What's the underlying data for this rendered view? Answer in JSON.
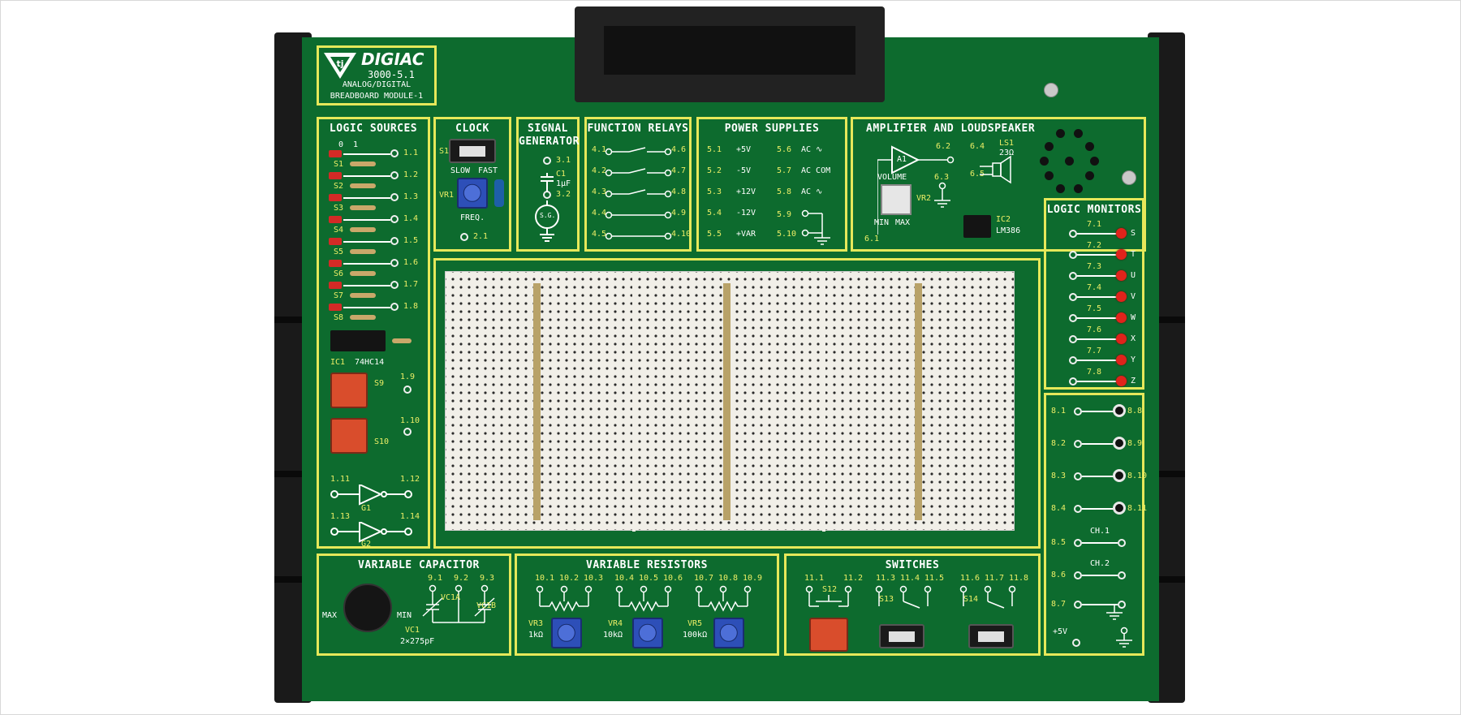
{
  "module": {
    "brand": "DIGIAC",
    "model": "3000-5.1",
    "name_line1": "ANALOG/DIGITAL",
    "name_line2": "BREADBOARD MODULE-1"
  },
  "logic_sources": {
    "title": "LOGIC SOURCES",
    "level_labels": [
      "0",
      "1"
    ],
    "outputs": [
      "1.1",
      "1.2",
      "1.3",
      "1.4",
      "1.5",
      "1.6",
      "1.7",
      "1.8"
    ],
    "switches": [
      "S1",
      "S2",
      "S3",
      "S4",
      "S5",
      "S6",
      "S7",
      "S8"
    ],
    "ic_label": "IC1",
    "ic_part": "74HC14",
    "button_outputs": [
      "1.9",
      "1.10"
    ],
    "buttons": [
      "S9",
      "S10"
    ],
    "gate_pins_left": [
      "1.11",
      "1.13"
    ],
    "gate_pins_right": [
      "1.12",
      "1.14"
    ],
    "gates": [
      "G1",
      "G2"
    ]
  },
  "clock": {
    "title": "CLOCK",
    "switch": "S11",
    "slow": "SLOW",
    "fast": "FAST",
    "pot": "VR1",
    "freq": "FREQ.",
    "output": "2.1"
  },
  "signal_generator": {
    "title_line1": "SIGNAL",
    "title_line2": "GENERATOR",
    "pins": [
      "3.1",
      "3.2"
    ],
    "cap": "C1",
    "cap_value": "1μF",
    "source": "S.G."
  },
  "function_relays": {
    "title": "FUNCTION RELAYS",
    "left": [
      "4.1",
      "4.2",
      "4.3",
      "4.4",
      "4.5"
    ],
    "right": [
      "4.6",
      "4.7",
      "4.8",
      "4.9",
      "4.10"
    ]
  },
  "power_supplies": {
    "title": "POWER SUPPLIES",
    "left_pins": [
      "5.1",
      "5.2",
      "5.3",
      "5.4",
      "5.5"
    ],
    "left_labels": [
      "+5V",
      "-5V",
      "+12V",
      "-12V",
      "+VAR"
    ],
    "right_pins": [
      "5.6",
      "5.7",
      "5.8",
      "5.9",
      "5.10"
    ],
    "right_labels": [
      "AC ∿",
      "AC COM",
      "AC ∿",
      "",
      ""
    ]
  },
  "amplifier": {
    "title": "AMPLIFIER AND LOUDSPEAKER",
    "amp": "A1",
    "pins": [
      "6.1",
      "6.2",
      "6.3",
      "6.4",
      "6.5"
    ],
    "volume": "VOLUME",
    "min": "MIN",
    "max": "MAX",
    "pot": "VR2",
    "speaker": "LS1",
    "speaker_ohms": "23Ω",
    "ic": "IC2",
    "ic_part": "LM386"
  },
  "logic_monitors": {
    "title": "LOGIC MONITORS",
    "inputs": [
      "7.1",
      "7.2",
      "7.3",
      "7.4",
      "7.5",
      "7.6",
      "7.7",
      "7.8"
    ],
    "letters": [
      "S",
      "T",
      "U",
      "V",
      "W",
      "X",
      "Y",
      "Z"
    ]
  },
  "terminals": {
    "left": [
      "8.1",
      "8.2",
      "8.3",
      "8.4",
      "8.5",
      "8.6",
      "8.7"
    ],
    "right": [
      "8.8",
      "8.9",
      "8.10",
      "8.11"
    ],
    "ch1": "CH.1",
    "ch2": "CH.2",
    "plus5": "+5V"
  },
  "variable_capacitor": {
    "title": "VARIABLE CAPACITOR",
    "pins": [
      "9.1",
      "9.2",
      "9.3"
    ],
    "max": "MAX",
    "min": "MIN",
    "cap_a": "VC1A",
    "cap_b": "VC1B",
    "cap": "VC1",
    "value": "2×275pF"
  },
  "variable_resistors": {
    "title": "VARIABLE RESISTORS",
    "pins": [
      "10.1",
      "10.2",
      "10.3",
      "10.4",
      "10.5",
      "10.6",
      "10.7",
      "10.8",
      "10.9"
    ],
    "pots": [
      "VR3",
      "VR4",
      "VR5"
    ],
    "values": [
      "1kΩ",
      "10kΩ",
      "100kΩ"
    ]
  },
  "switches": {
    "title": "SWITCHES",
    "pins": [
      "11.1",
      "11.2",
      "11.3",
      "11.4",
      "11.5",
      "11.6",
      "11.7",
      "11.8"
    ],
    "names": [
      "S12",
      "S13",
      "S14"
    ]
  }
}
